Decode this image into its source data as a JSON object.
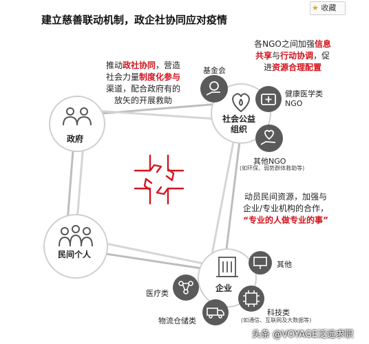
{
  "header": {
    "title": "建立慈善联动机制，政企社协同应对疫情",
    "favorite_label": "收藏"
  },
  "text_blocks": {
    "left_top": [
      "推动",
      "政社协同",
      "，营造",
      "社会力量",
      "制度化参与",
      "渠道，配合政府有的",
      "放矢的开展救助"
    ],
    "right_top": [
      "各NGO之间加强",
      "信息",
      "共享",
      "与",
      "行动协调",
      "，促",
      "进",
      "资源合理配置"
    ],
    "right_mid": [
      "动员民间资源，加强与",
      "企业/专业机构的合作，",
      "“专业的人做专业的事”"
    ]
  },
  "nodes": {
    "government": "政府",
    "people": "民间个人",
    "social_org": "社会公益\n组织",
    "enterprise": "企业"
  },
  "sub_nodes": {
    "foundation": "基金会",
    "health_ngo": "健康医学类\nNGO",
    "other_ngo": "其他NGO",
    "other_ngo_note": "(如环保、弱势群体救助等)",
    "other": "其他",
    "medical": "医疗类",
    "tech": "科技类",
    "tech_note": "(如通信、互联网及大数据等)",
    "logistics": "物流仓储类"
  },
  "watermark": "头条 @VOYAGE泛远求职",
  "colors": {
    "accent": "#d2141e",
    "icon_dark": "#555555",
    "frame": "#bbbbbb"
  }
}
